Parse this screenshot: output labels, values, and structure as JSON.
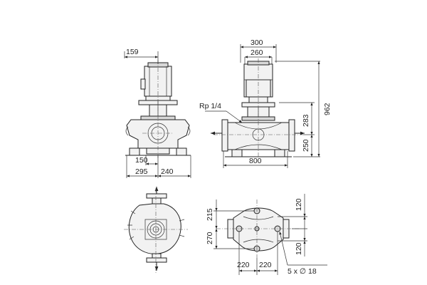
{
  "drawing": {
    "front_view": {
      "motor_offset": "159",
      "port_centre": "150",
      "width_left": "295",
      "width_right": "240"
    },
    "side_view": {
      "motor_width": "300",
      "motor_inner_width": "260",
      "gauge_port": "Rp 1/4",
      "upper_height": "283",
      "port_height": "250",
      "total_height": "962",
      "overall_length": "800"
    },
    "top_view": {},
    "base_view": {
      "top_offset": "215",
      "lower_offset": "270",
      "right_upper": "120",
      "right_lower": "120",
      "left_span": "220",
      "right_span": "220",
      "holes": "5 x ∅ 18"
    }
  }
}
